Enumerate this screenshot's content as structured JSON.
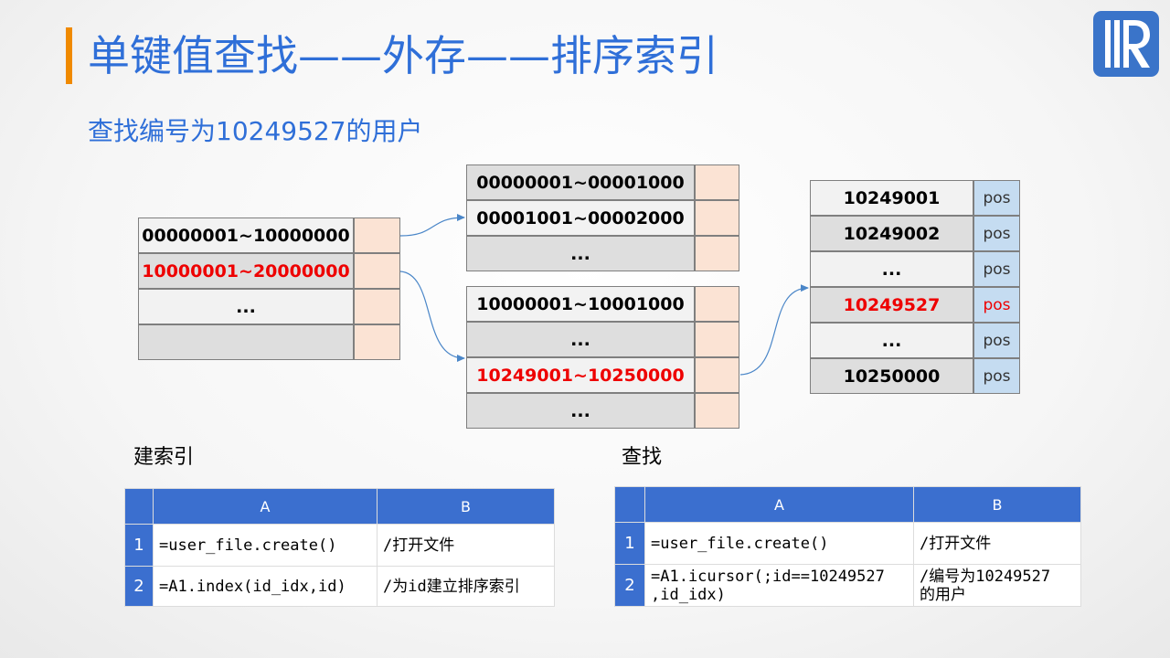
{
  "title": "单键值查找——外存——排序索引",
  "subtitle": "查找编号为10249527的用户",
  "logo_icon": "raqsoft-logo-icon",
  "level1": [
    {
      "label": "00000001~10000000",
      "highlight": false
    },
    {
      "label": "10000001~20000000",
      "highlight": true
    },
    {
      "label": "...",
      "highlight": false
    },
    {
      "label": "",
      "highlight": false
    }
  ],
  "level2a": [
    {
      "label": "00000001~00001000",
      "highlight": false
    },
    {
      "label": "00001001~00002000",
      "highlight": false
    },
    {
      "label": "...",
      "highlight": false
    }
  ],
  "level2b": [
    {
      "label": "10000001~10001000",
      "highlight": false
    },
    {
      "label": "...",
      "highlight": false
    },
    {
      "label": "10249001~10250000",
      "highlight": true
    },
    {
      "label": "...",
      "highlight": false
    }
  ],
  "leaf": [
    {
      "key": "10249001",
      "pos": "pos",
      "highlight": false
    },
    {
      "key": "10249002",
      "pos": "pos",
      "highlight": false
    },
    {
      "key": "...",
      "pos": "pos",
      "highlight": false
    },
    {
      "key": "10249527",
      "pos": "pos",
      "highlight": true
    },
    {
      "key": "...",
      "pos": "pos",
      "highlight": false
    },
    {
      "key": "10250000",
      "pos": "pos",
      "highlight": false
    }
  ],
  "highlight_color": "#ee0000",
  "build_index": {
    "label": "建索引",
    "columns": [
      "A",
      "B"
    ],
    "rows": [
      {
        "num": "1",
        "a": "=user_file.create()",
        "b": "/打开文件"
      },
      {
        "num": "2",
        "a": "=A1.index(id_idx,id)",
        "b": "/为id建立排序索引"
      }
    ]
  },
  "search": {
    "label": "查找",
    "columns": [
      "A",
      "B"
    ],
    "rows": [
      {
        "num": "1",
        "a": "=user_file.create()",
        "b": "/打开文件"
      },
      {
        "num": "2",
        "a": "=A1.icursor(;id==10249527\n,id_idx)",
        "b": "/编号为10249527\n的用户"
      }
    ]
  }
}
